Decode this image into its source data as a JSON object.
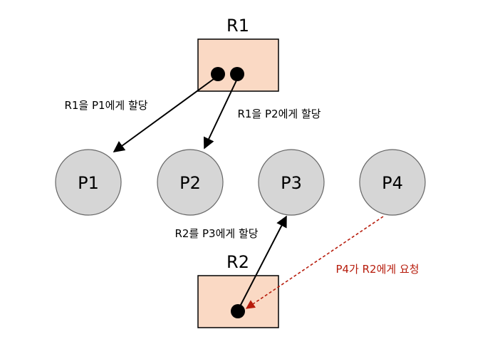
{
  "resources": [
    {
      "id": "R1",
      "label": "R1"
    },
    {
      "id": "R2",
      "label": "R2"
    }
  ],
  "processes": [
    {
      "id": "P1",
      "label": "P1"
    },
    {
      "id": "P2",
      "label": "P2"
    },
    {
      "id": "P3",
      "label": "P3"
    },
    {
      "id": "P4",
      "label": "P4"
    }
  ],
  "edges": [
    {
      "id": "e1",
      "from": "R1",
      "to": "P1",
      "kind": "assignment",
      "label": "R1을 P1에게 할당"
    },
    {
      "id": "e2",
      "from": "R1",
      "to": "P2",
      "kind": "assignment",
      "label": "R1을 P2에게 할당"
    },
    {
      "id": "e3",
      "from": "R2",
      "to": "P3",
      "kind": "assignment",
      "label": "R2를 P3에게 할당"
    },
    {
      "id": "e4",
      "from": "P4",
      "to": "R2",
      "kind": "request",
      "label": "P4가 R2에게 요청"
    }
  ],
  "colors": {
    "resource_fill": "#fad9c4",
    "resource_stroke": "#000000",
    "process_fill": "#d6d6d6",
    "process_stroke": "#666666",
    "assignment_edge": "#000000",
    "request_edge": "#b71c0c",
    "request_label": "#b71c0c"
  }
}
